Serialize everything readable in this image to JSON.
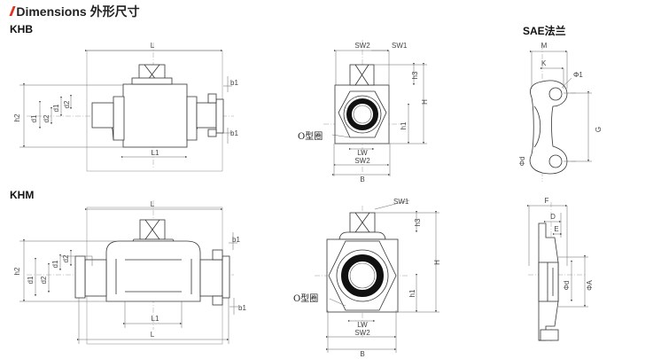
{
  "header": {
    "title": "Dimensions  外形尺寸"
  },
  "sections": {
    "khb": "KHB",
    "khm": "KHM",
    "sae": "SAE法兰"
  },
  "labels": {
    "L": "L",
    "L1": "L1",
    "h1": "h1",
    "h2": "h2",
    "h3": "h3",
    "b1": "b1",
    "d1": "d1",
    "d2": "d2",
    "SW1": "SW1",
    "SW2": "SW2",
    "B": "B",
    "H": "H",
    "LW": "LW",
    "oring": "O型圈",
    "M": "M",
    "K": "K",
    "G": "G",
    "F": "F",
    "D": "D",
    "E": "E",
    "phi1": "Φ1",
    "phid": "Φd",
    "phiA": "ΦA"
  }
}
